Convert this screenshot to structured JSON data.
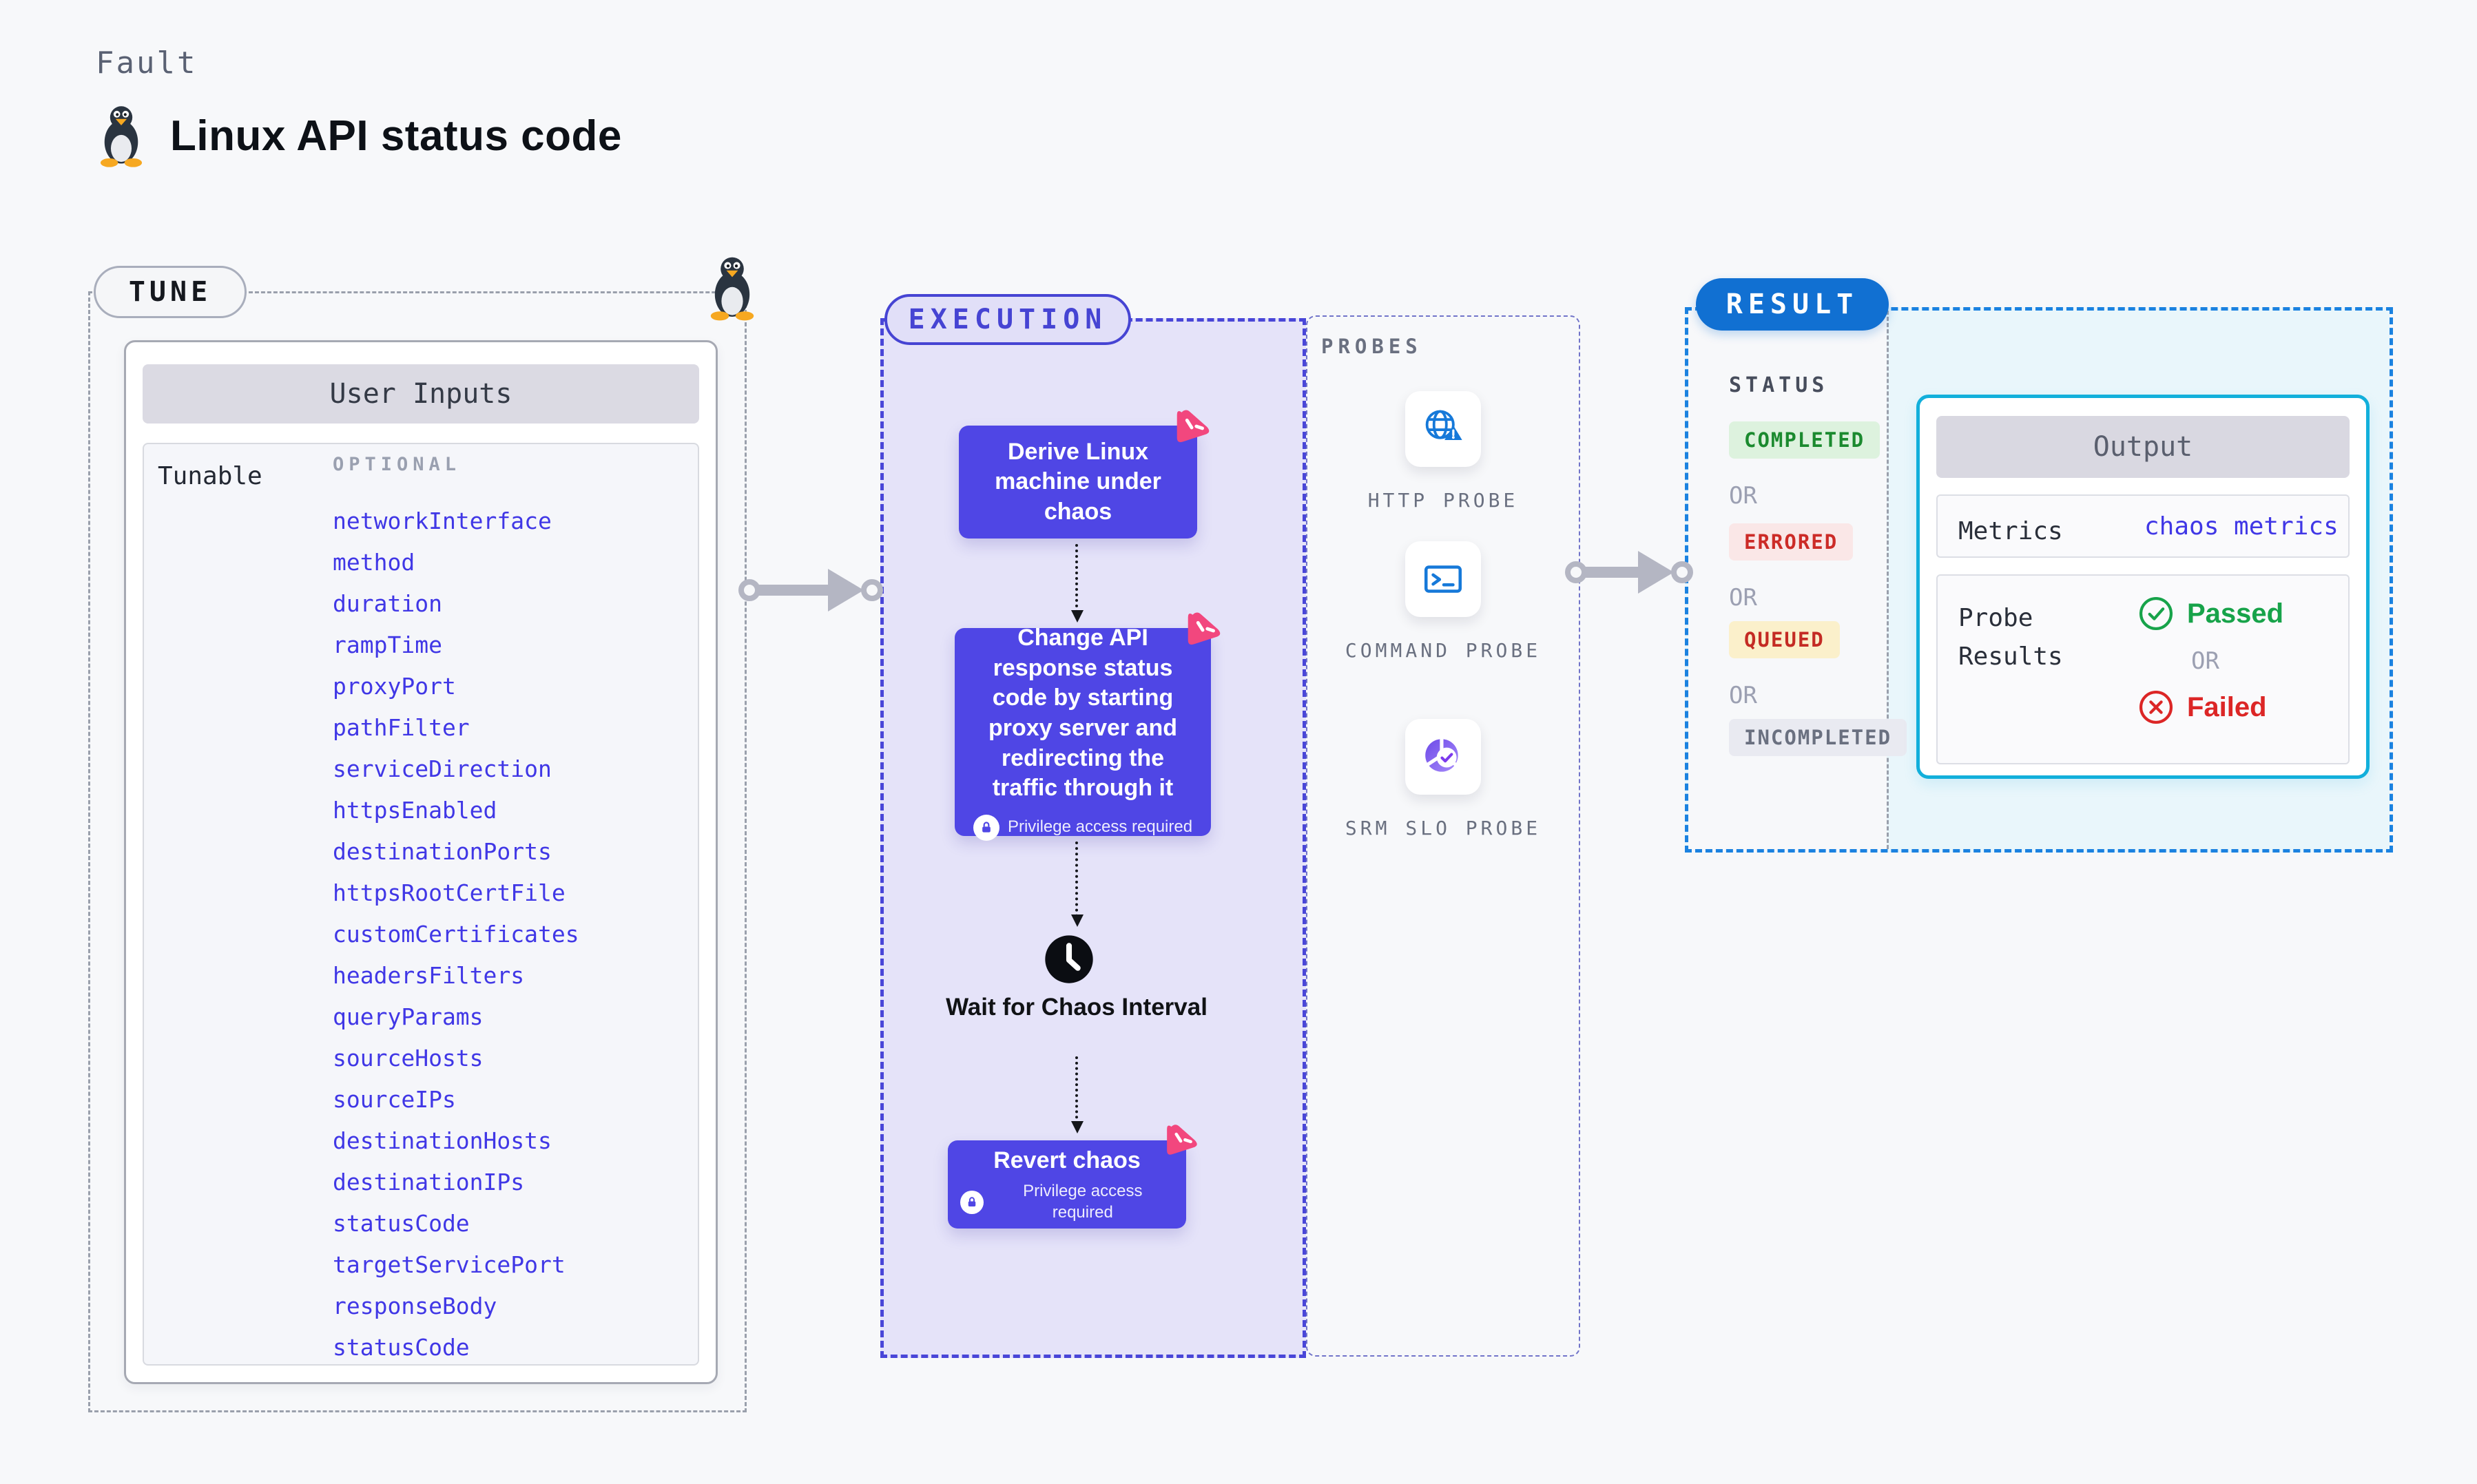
{
  "header": {
    "fault_label": "Fault",
    "title": "Linux API status code"
  },
  "tune": {
    "pill_label": "TUNE",
    "user_inputs_header": "User Inputs",
    "tunable_label": "Tunable",
    "optional_label": "OPTIONAL",
    "tunables": [
      "networkInterface",
      "method",
      "duration",
      "rampTime",
      "proxyPort",
      "pathFilter",
      "serviceDirection",
      "httpsEnabled",
      "destinationPorts",
      "httpsRootCertFile",
      "customCertificates",
      "headersFilters",
      "queryParams",
      "sourceHosts",
      "sourceIPs",
      "destinationHosts",
      "destinationIPs",
      "statusCode",
      "targetServicePort",
      "responseBody",
      "statusCode"
    ]
  },
  "execution": {
    "pill_label": "EXECUTION",
    "step_derive": "Derive Linux machine under chaos",
    "step_change": "Change API response status code by starting proxy server and redirecting the traffic through it",
    "step_wait": "Wait for Chaos Interval",
    "step_revert": "Revert chaos",
    "privilege_note": "Privilege access required"
  },
  "probes": {
    "section_label": "PROBES",
    "items": [
      {
        "label": "HTTP PROBE",
        "icon": "globe-alert-icon"
      },
      {
        "label": "COMMAND PROBE",
        "icon": "terminal-icon"
      },
      {
        "label": "SRM SLO PROBE",
        "icon": "slo-donut-check-icon"
      }
    ]
  },
  "result": {
    "pill_label": "RESULT",
    "status_label": "STATUS",
    "or_label": "OR",
    "statuses": [
      {
        "label": "COMPLETED",
        "fg": "#1B8A2F",
        "bg": "#DDF2DE"
      },
      {
        "label": "ERRORED",
        "fg": "#CC2B27",
        "bg": "#FAE7E7"
      },
      {
        "label": "QUEUED",
        "fg": "#C42B24",
        "bg": "#FBF0CB"
      },
      {
        "label": "INCOMPLETED",
        "fg": "#6A7080",
        "bg": "#E9EAF1"
      }
    ],
    "output": {
      "header": "Output",
      "metrics_label": "Metrics",
      "metrics_value": "chaos metrics",
      "probe_results_label": "Probe Results",
      "passed_label": "Passed",
      "or_label": "OR",
      "failed_label": "Failed"
    }
  },
  "colors": {
    "page_bg": "#F7F8FA",
    "node_indigo": "#4F46E5",
    "execution_lavender": "#E5E3F9",
    "execution_border": "#4946D8",
    "tunable_link_blue": "#4037E6",
    "result_pill_blue": "#1170D2",
    "result_border_blue": "#1B82E0",
    "output_cyan_border": "#12AFDB",
    "output_bg_cyan": "#E9F6FB",
    "passed_green": "#17A34A",
    "failed_red": "#DC2626",
    "chaos_icon_pink": "#F2477E",
    "probe_icon_blue": "#1679D9"
  }
}
